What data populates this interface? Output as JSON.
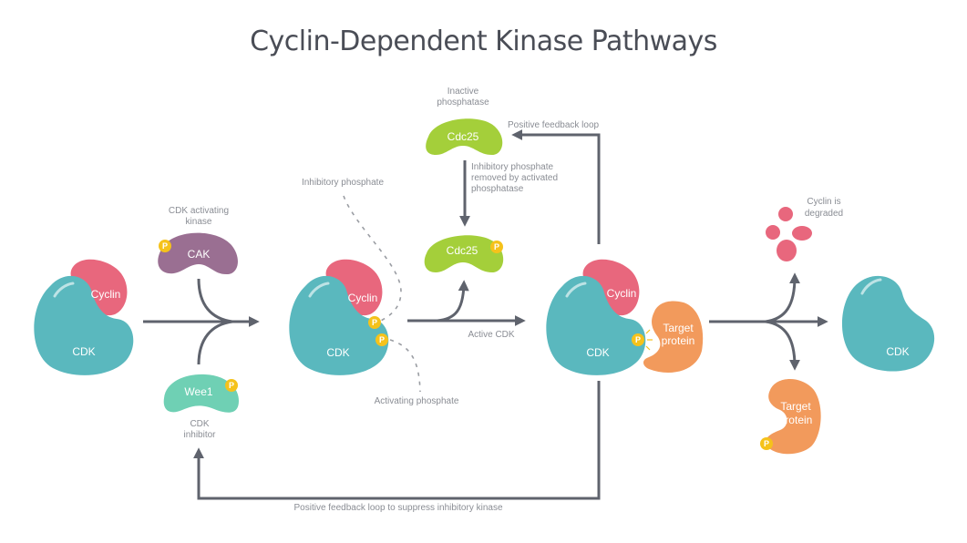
{
  "title": "Cyclin-Dependent Kinase Pathways",
  "colors": {
    "cdk": "#5ab8be",
    "cyclin": "#e8677d",
    "cak": "#9a6f92",
    "wee1": "#6fd0b4",
    "cdc25": "#a4cf3a",
    "target": "#f29a5c",
    "phosphate": "#f5c21b",
    "arrow": "#5f636d",
    "text": "#8a8d94"
  },
  "labels": {
    "cdk": "CDK",
    "cyclin": "Cyclin",
    "cak": "CAK",
    "wee1": "Wee1",
    "cdc25": "Cdc25",
    "target_line1": "Target",
    "target_line2": "protein",
    "phosphate": "P"
  },
  "annotations": {
    "cak_caption_1": "CDK activating",
    "cak_caption_2": "kinase",
    "wee1_caption_1": "CDK",
    "wee1_caption_2": "inhibitor",
    "inhibitory_phosphate": "Inhibitory phosphate",
    "activating_phosphate": "Activating phosphate",
    "inactive_phosphatase_1": "Inactive",
    "inactive_phosphatase_2": "phosphatase",
    "positive_feedback": "Positive feedback loop",
    "removed_1": "Inhibitory phosphate",
    "removed_2": "removed by activated",
    "removed_3": "phosphatase",
    "active_cdk": "Active CDK",
    "cyclin_degraded_1": "Cyclin is",
    "cyclin_degraded_2": "degraded",
    "bottom_feedback": "Positive feedback loop to suppress inhibitory kinase"
  }
}
